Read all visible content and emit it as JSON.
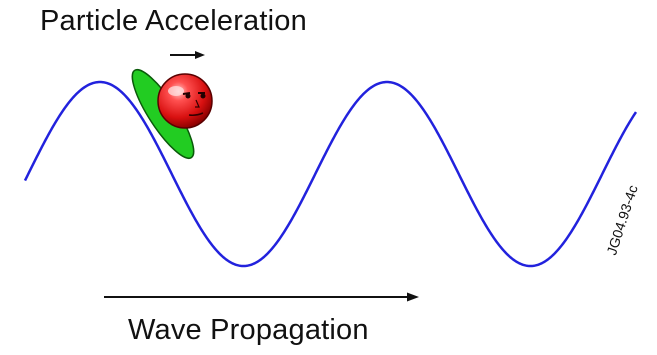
{
  "labels": {
    "particle_acceleration": "Particle Acceleration",
    "wave_propagation": "Wave Propagation",
    "figure_id": "JG04.93-4c"
  },
  "colors": {
    "wave": "#2222dd",
    "surfboard": "#22cc22",
    "particle": "#dd1111",
    "arrow": "#111111",
    "text": "#111111"
  },
  "icons": {
    "particle": "red-ball-surfer-icon",
    "board": "green-surfboard-icon"
  }
}
